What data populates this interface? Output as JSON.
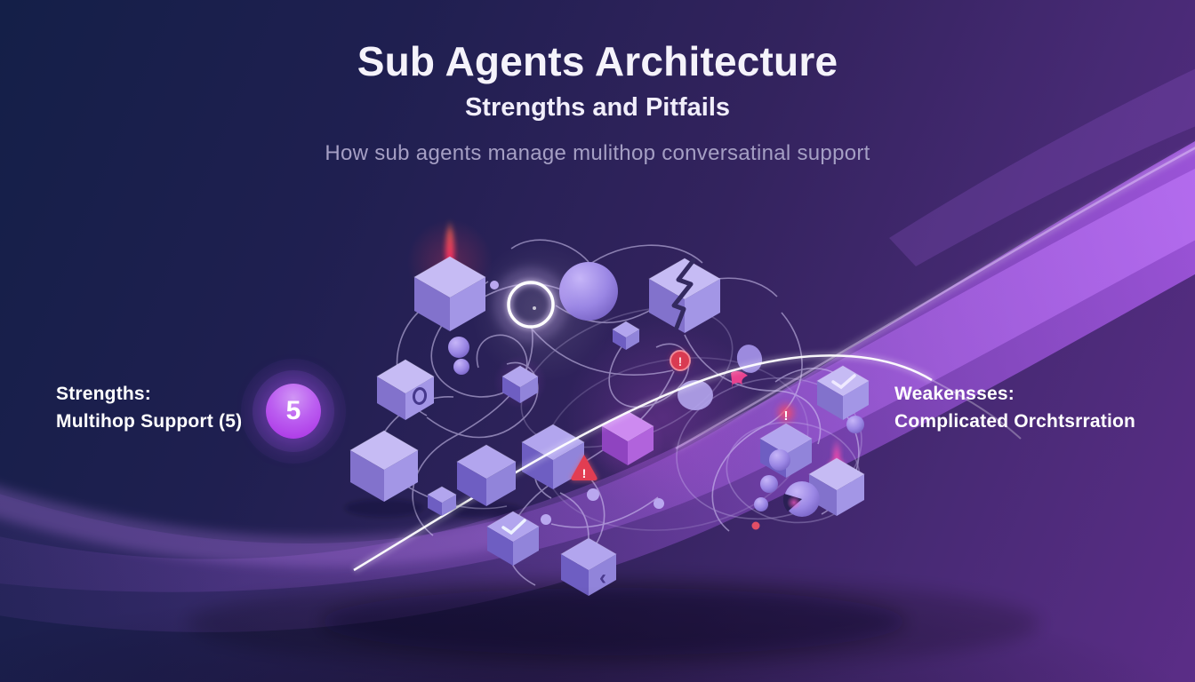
{
  "header": {
    "title": "Sub Agents Architecture",
    "subtitle": "Strengths and Pitfails",
    "tagline": "How sub agents manage mulithop conversatinal support"
  },
  "strengths": {
    "label": "Strengths:",
    "value": "Multihop Support (5)",
    "badge_value": "5"
  },
  "weaknesses": {
    "label": "Weakensses:",
    "value": "Complicated Orchtsrration"
  },
  "icons": {
    "warning_glyph": "!",
    "chevron_glyph": "‹"
  },
  "colors": {
    "background_top_left": "#141f48",
    "background_bottom_right": "#5b2d87",
    "ribbon_purple": "#a95fe4",
    "badge_top": "#d095f5",
    "badge_bottom": "#a92fe3",
    "warning_red": "#e23d52",
    "flame_pink": "#ff2e62",
    "cube_lavender": "#b2a5ee",
    "line_lavender": "#d6cbf7",
    "text_primary": "#ffffff",
    "text_muted": "#a59fc4"
  }
}
